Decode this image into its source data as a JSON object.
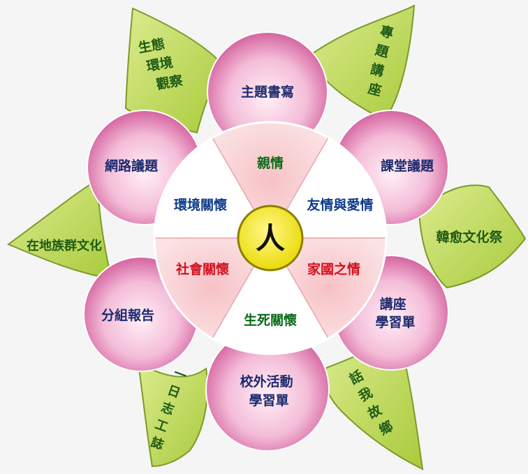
{
  "center": {
    "label": "人"
  },
  "inner_segments": [
    {
      "id": "family",
      "label": "親情",
      "color": "#0a6a1a",
      "fill": "pink"
    },
    {
      "id": "friendship",
      "label": "友情與愛情",
      "color": "#0d3a8a",
      "fill": "white"
    },
    {
      "id": "homeland",
      "label": "家國之情",
      "color": "#d4101e",
      "fill": "pink"
    },
    {
      "id": "life-death",
      "label": "生死關懷",
      "color": "#0a6a1a",
      "fill": "white"
    },
    {
      "id": "social",
      "label": "社會關懷",
      "color": "#d4101e",
      "fill": "pink"
    },
    {
      "id": "environment",
      "label": "環境關懷",
      "color": "#0d3a8a",
      "fill": "white"
    }
  ],
  "petals": [
    {
      "id": "theme-writing",
      "lines": [
        "主題書寫"
      ]
    },
    {
      "id": "classroom-topics",
      "lines": [
        "課堂議題"
      ]
    },
    {
      "id": "lecture-worksheet",
      "lines": [
        "講座",
        "學習單"
      ]
    },
    {
      "id": "outdoor-worksheet",
      "lines": [
        "校外活動",
        "學習單"
      ]
    },
    {
      "id": "group-report",
      "lines": [
        "分組報告"
      ]
    },
    {
      "id": "internet-topics",
      "lines": [
        "網路議題"
      ]
    }
  ],
  "leaves": [
    {
      "id": "thematic-lecture",
      "text": "專題講座",
      "orient": "vertical"
    },
    {
      "id": "han-yu-festival",
      "text": "韓愈文化祭",
      "orient": "horizontal"
    },
    {
      "id": "my-hometown",
      "text": "話我故鄉",
      "orient": "vertical"
    },
    {
      "id": "volunteer-diary",
      "text": "一日志工誌",
      "orient": "vertical"
    },
    {
      "id": "local-culture",
      "text": "在地族群文化",
      "orient": "horizontal"
    },
    {
      "id": "ecology-observation",
      "lines": [
        "生態",
        "環境",
        "觀察"
      ],
      "orient": "block"
    }
  ],
  "colors": {
    "leaf_fill": "#c2dd62",
    "leaf_stroke": "#7d9a2a",
    "leaf_text": "#1f5a16",
    "petal_text": "#1c2a6e",
    "center_fill": "#f3e600",
    "center_text": "#111111"
  }
}
